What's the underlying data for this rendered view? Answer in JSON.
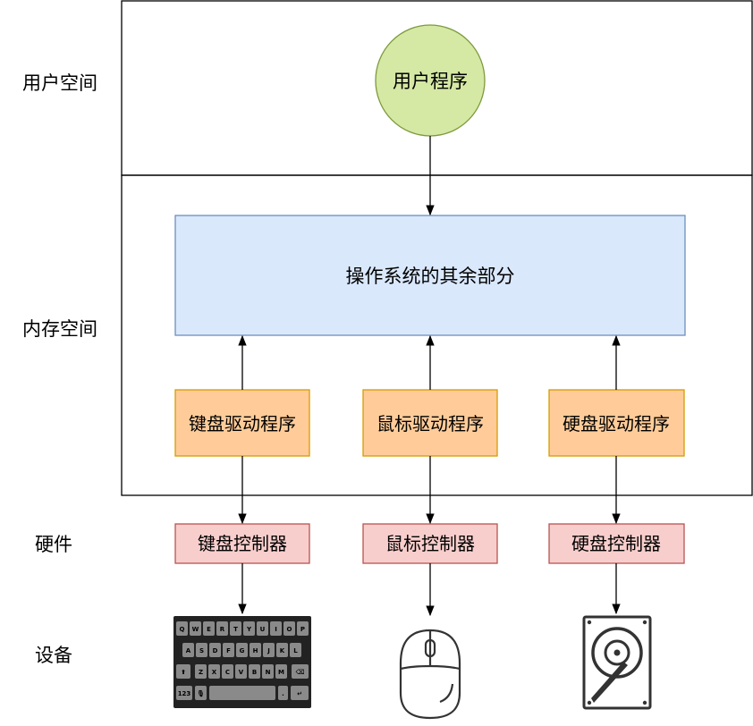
{
  "zones": {
    "user_space": "用户空间",
    "memory_space": "内存空间",
    "hardware": "硬件",
    "devices": "设备"
  },
  "user_program": "用户程序",
  "os_rest": "操作系统的其余部分",
  "drivers": [
    "键盘驱动程序",
    "鼠标驱动程序",
    "硬盘驱动程序"
  ],
  "controllers": [
    "键盘控制器",
    "鼠标控制器",
    "硬盘控制器"
  ],
  "devices": [
    {
      "name": "keyboard",
      "icon": "keyboard-icon"
    },
    {
      "name": "mouse",
      "icon": "mouse-icon"
    },
    {
      "name": "hard-disk",
      "icon": "hard-disk-icon"
    }
  ],
  "keyboard_keys": {
    "row1": [
      "Q",
      "W",
      "E",
      "R",
      "T",
      "Y",
      "U",
      "I",
      "O",
      "P"
    ],
    "row2": [
      "A",
      "S",
      "D",
      "F",
      "G",
      "H",
      "J",
      "K",
      "L"
    ],
    "row3": [
      "Z",
      "X",
      "C",
      "V",
      "B",
      "N",
      "M"
    ],
    "num_key": "123"
  },
  "colors": {
    "user_program_fill": "#d5e8a4",
    "user_program_stroke": "#7c9a3c",
    "os_fill": "#dae8fc",
    "os_stroke": "#6c8ebf",
    "driver_fill": "#ffcc99",
    "driver_stroke": "#d79b00",
    "controller_fill": "#f8cecc",
    "controller_stroke": "#b85450"
  }
}
